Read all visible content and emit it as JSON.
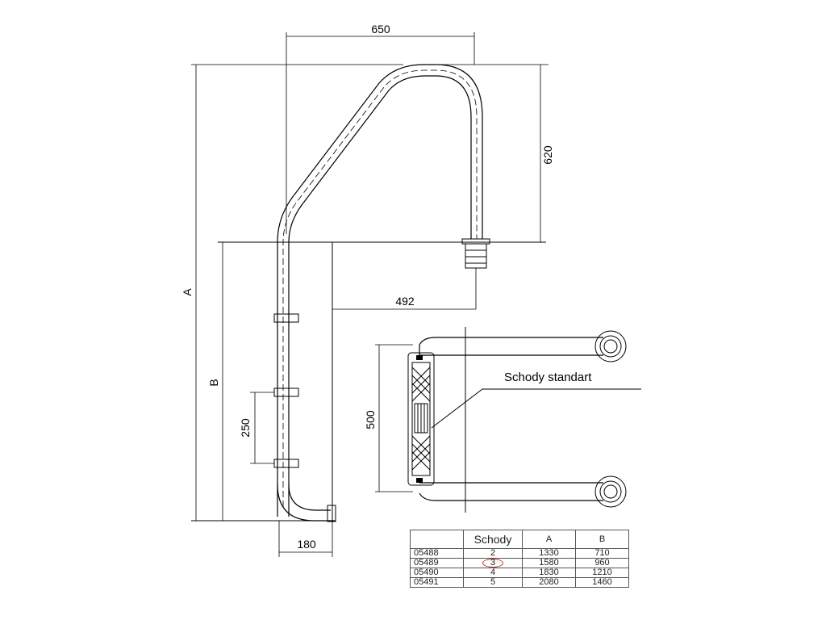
{
  "dimensions": {
    "top_width": "650",
    "rail_height": "620",
    "reach": "492",
    "total_height": "A",
    "underwater_height": "B",
    "step_spacing": "250",
    "wall_offset": "180",
    "step_width": "500"
  },
  "callout": {
    "label": "Schody standart"
  },
  "table": {
    "headers": [
      "",
      "Schody",
      "A",
      "B"
    ],
    "rows": [
      {
        "code": "05488",
        "steps": "2",
        "a": "1330",
        "b": "710"
      },
      {
        "code": "05489",
        "steps": "3",
        "a": "1580",
        "b": "960",
        "highlighted": true
      },
      {
        "code": "05490",
        "steps": "4",
        "a": "1830",
        "b": "1210"
      },
      {
        "code": "05491",
        "steps": "5",
        "a": "2080",
        "b": "1460"
      }
    ]
  },
  "colors": {
    "line": "#000000",
    "highlight": "#c0392b"
  }
}
